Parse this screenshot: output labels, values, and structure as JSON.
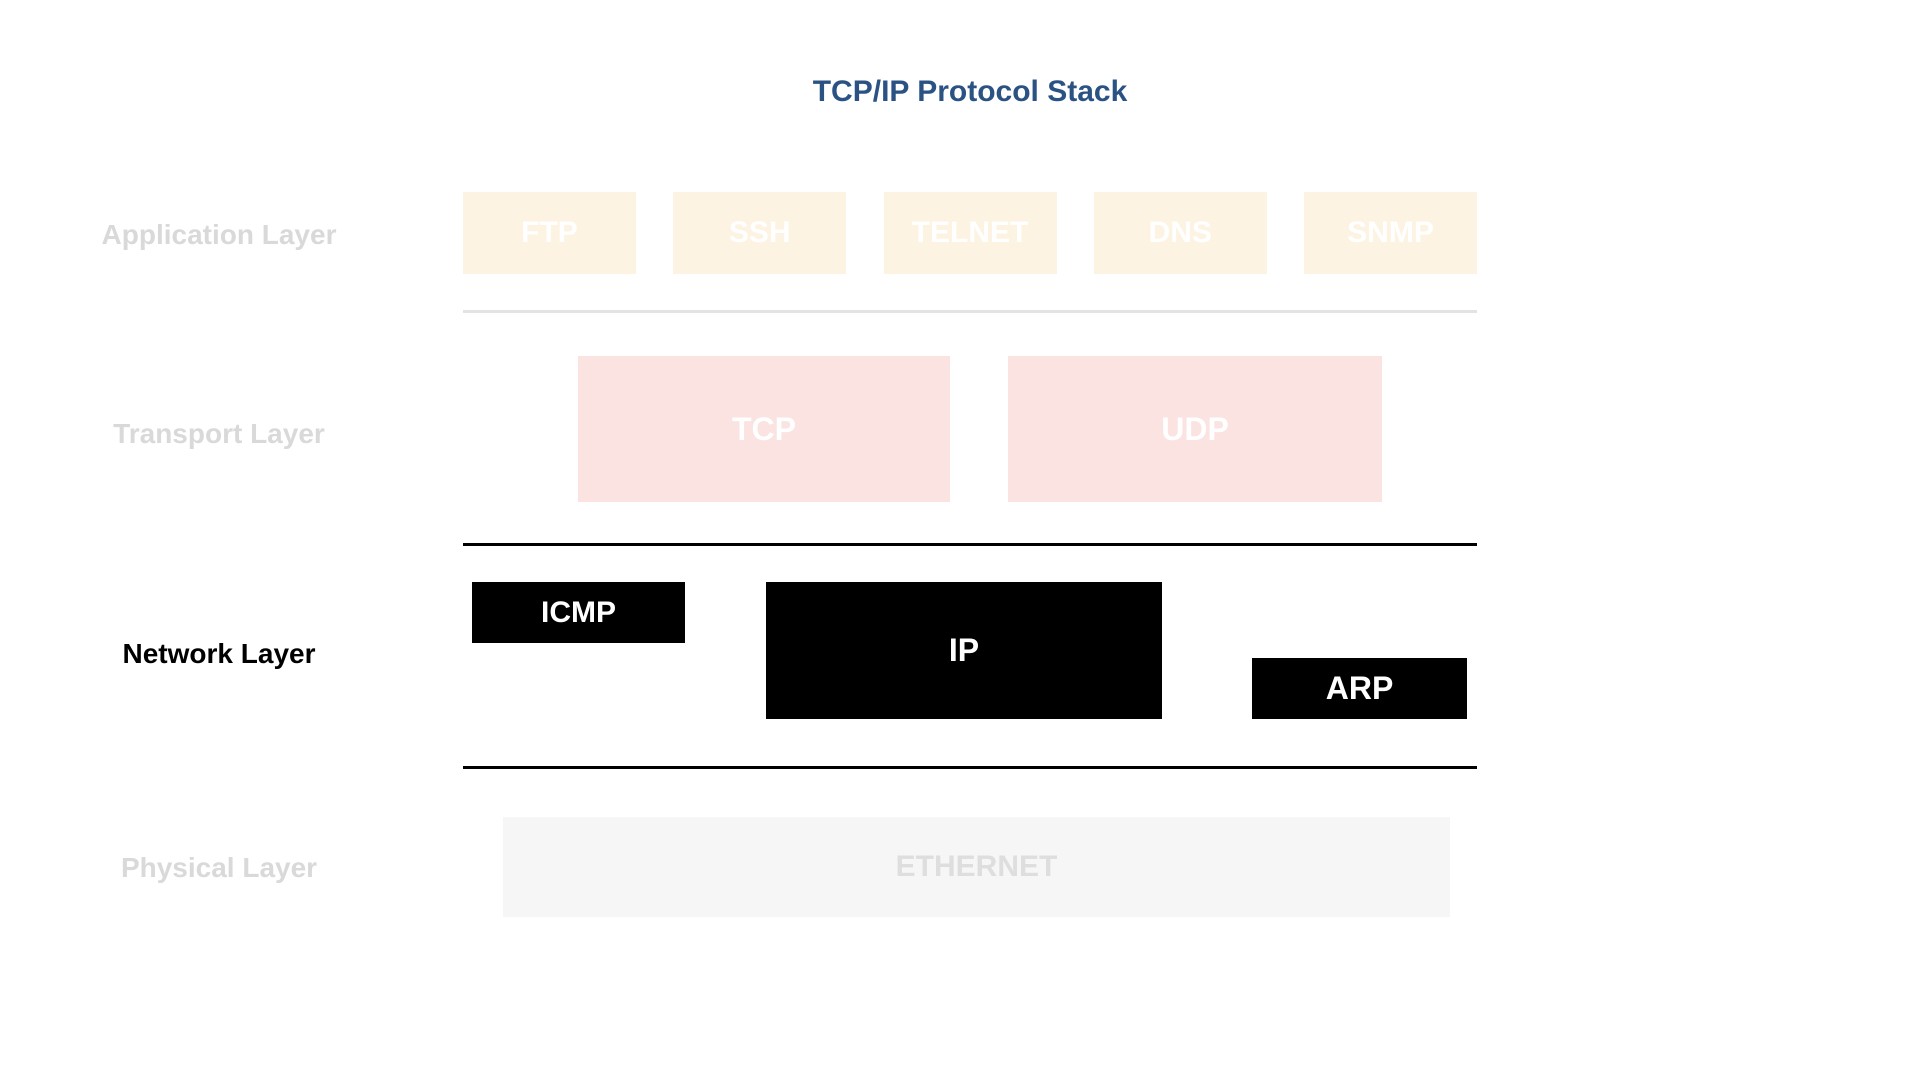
{
  "title": "TCP/IP Protocol Stack",
  "colors": {
    "title_blue": "#2a5283",
    "application_box": "#fdf3e2",
    "transport_box": "#fae3e0",
    "network_box": "#000000",
    "physical_box": "#f6f6f6",
    "box_text": "#ffffff",
    "physical_box_text": "#dedede",
    "inactive_label": "#d9d9d9",
    "active_label": "#000000",
    "divider_light": "#e3e3e3",
    "divider_dark": "#000000"
  },
  "layers": [
    {
      "label": "Application Layer",
      "protocols": [
        "FTP",
        "SSH",
        "TELNET",
        "DNS",
        "SNMP"
      ]
    },
    {
      "label": "Transport Layer",
      "protocols": [
        "TCP",
        "UDP"
      ]
    },
    {
      "label": "Network Layer",
      "protocols": [
        "ICMP",
        "IP",
        "ARP"
      ]
    },
    {
      "label": "Physical Layer",
      "protocols": [
        "ETHERNET"
      ]
    }
  ]
}
